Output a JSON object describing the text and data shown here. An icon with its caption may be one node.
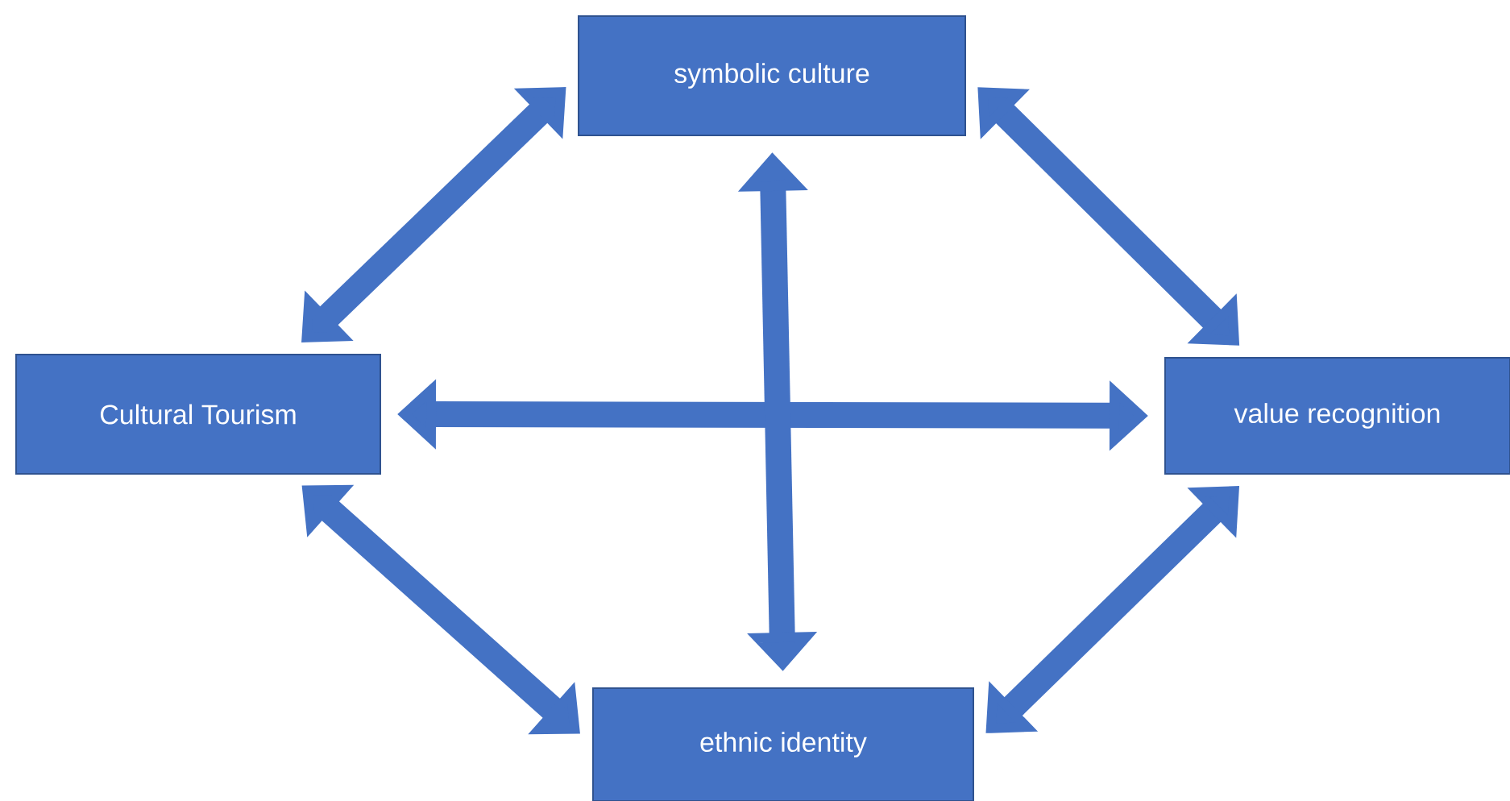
{
  "diagram": {
    "nodes": [
      {
        "text": [
          "symbolic culture"
        ]
      },
      {
        "text": [
          "Cultural Tourism"
        ]
      },
      {
        "text": [
          "value recognition"
        ]
      },
      {
        "text": [
          "ethnic identity"
        ]
      }
    ],
    "edges": [
      {
        "from": 0,
        "to": 1,
        "arrow": "both"
      },
      {
        "from": 0,
        "to": 2,
        "arrow": "both"
      },
      {
        "from": 1,
        "to": 2,
        "arrow": "both"
      },
      {
        "from": 0,
        "to": 3,
        "arrow": "both"
      },
      {
        "from": 1,
        "to": 3,
        "arrow": "both"
      },
      {
        "from": 2,
        "to": 3,
        "arrow": "both"
      }
    ]
  }
}
